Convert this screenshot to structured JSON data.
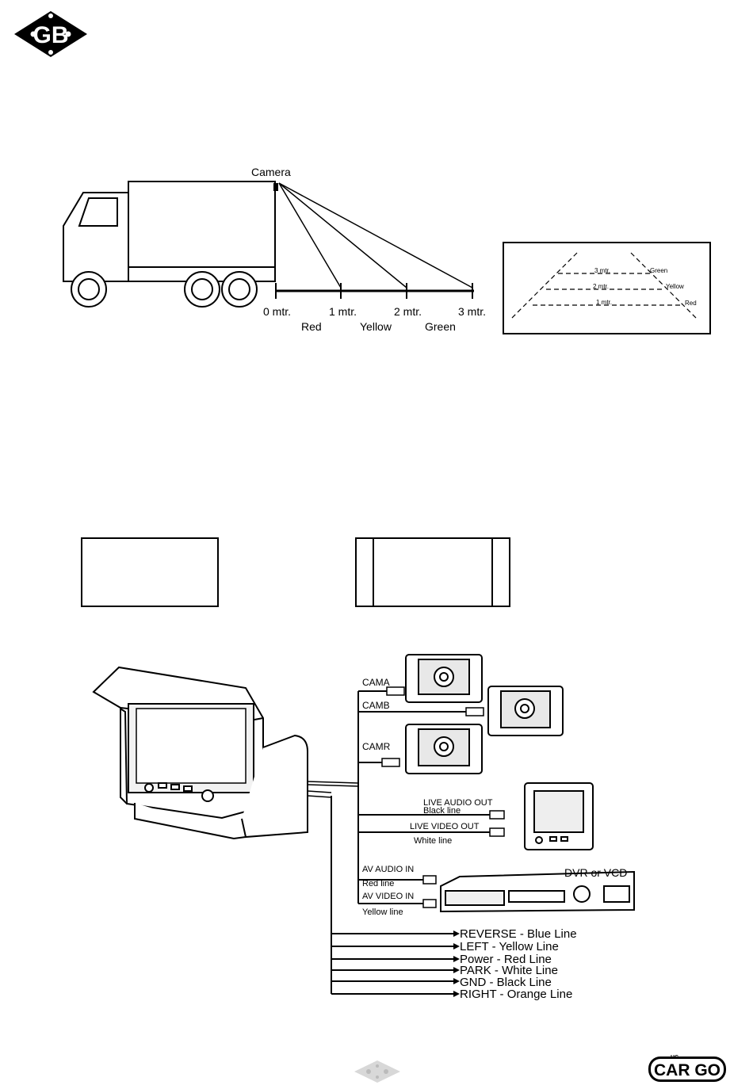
{
  "logo": {
    "text": "GB"
  },
  "range_diagram": {
    "camera_label": "Camera",
    "distances": [
      "0 mtr.",
      "1 mtr.",
      "2 mtr.",
      "3 mtr."
    ],
    "zone_colors": [
      "Red",
      "Yellow",
      "Green"
    ]
  },
  "guide_lines": {
    "rows": [
      {
        "distance": "3 mtr.",
        "color": "Green"
      },
      {
        "distance": "2 mtr.",
        "color": "Yellow"
      },
      {
        "distance": "1 mtr.",
        "color": "Red"
      }
    ]
  },
  "wiring": {
    "cameras": [
      "CAMA",
      "CAMB",
      "CAMR"
    ],
    "monitor_outputs": [
      {
        "name": "LIVE AUDIO OUT",
        "line": "Black line"
      },
      {
        "name": "LIVE VIDEO OUT",
        "line": "White line"
      }
    ],
    "av_inputs": [
      {
        "name": "AV AUDIO IN",
        "line": "Red line"
      },
      {
        "name": "AV VIDEO IN",
        "line": "Yellow line"
      }
    ],
    "dvr_label": "DVR or VCD",
    "trigger_lines": [
      "REVERSE - Blue Line",
      "LEFT - Yellow Line",
      "Power - Red Line",
      "PARK - White Line",
      "GND - Black Line",
      "RIGHT - Orange Line"
    ]
  },
  "footer": {
    "brand": "CAR GO",
    "brand_prefix": "HC"
  }
}
